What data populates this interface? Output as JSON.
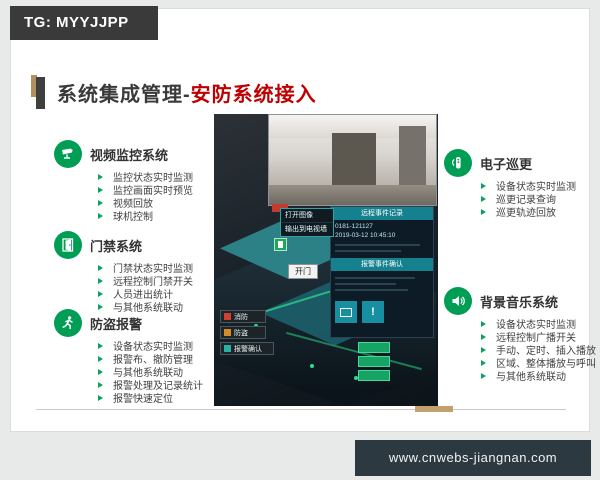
{
  "badge": {
    "label": "TG: MYYJJPP"
  },
  "title": {
    "prefix": "系统集成管理-",
    "highlight": "安防系统接入"
  },
  "sections_left": [
    {
      "title": "视频监控系统",
      "items": [
        "监控状态实时监测",
        "监控画面实时预览",
        "视频回放",
        "球机控制"
      ]
    },
    {
      "title": "门禁系统",
      "items": [
        "门禁状态实时监测",
        "远程控制门禁开关",
        "人员进出统计",
        "与其他系统联动"
      ]
    },
    {
      "title": "防盗报警",
      "items": [
        "设备状态实时监测",
        "报警布、撤防管理",
        "与其他系统联动",
        "报警处理及记录统计",
        "报警快速定位"
      ]
    }
  ],
  "sections_right": [
    {
      "title": "电子巡更",
      "items": [
        "设备状态实时监测",
        "巡更记录查询",
        "巡更轨迹回放"
      ]
    },
    {
      "title": "背景音乐系统",
      "items": [
        "设备状态实时监测",
        "远程控制广播开关",
        "手动、定时、插入播放",
        "区域、整体播放与呼叫",
        "与其他系统联动"
      ]
    }
  ],
  "screen": {
    "context_menu": {
      "item1": "打开图像",
      "item2": "输出到电视墙"
    },
    "door_button": "开门",
    "subsystem_buttons": {
      "b1": "消防",
      "b2": "防盗",
      "b3": "报警确认"
    },
    "panel": {
      "header1": "远程事件记录",
      "row1": "0181-121127",
      "row2": "2019-03-12 10:45:10",
      "header2": "报警事件确认"
    }
  },
  "footer": {
    "website": "www.cnwebs-jiangnan.com"
  },
  "colors": {
    "accent_green": "#009e55",
    "title_red": "#c00000",
    "panel_teal": "#15808e"
  }
}
